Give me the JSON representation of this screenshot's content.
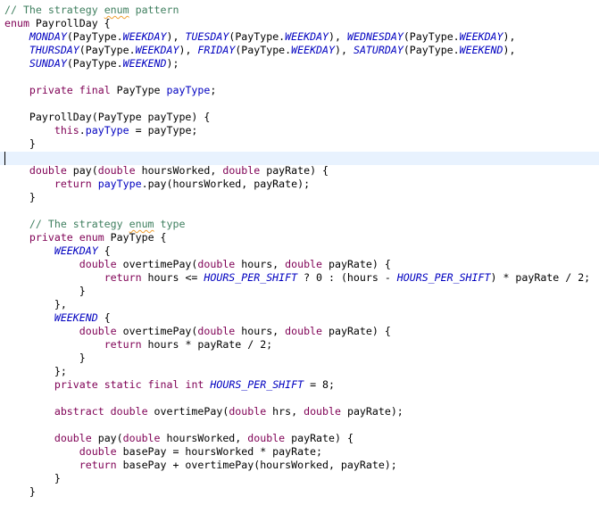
{
  "code": {
    "lines": [
      [
        {
          "t": "// The strategy ",
          "c": "cm"
        },
        {
          "t": "enum",
          "c": "cm spell"
        },
        {
          "t": " pattern",
          "c": "cm"
        }
      ],
      [
        {
          "t": "enum",
          "c": "kw"
        },
        {
          "t": " PayrollDay {",
          "c": ""
        }
      ],
      [
        {
          "t": "    ",
          "c": ""
        },
        {
          "t": "MONDAY",
          "c": "cst"
        },
        {
          "t": "(PayType.",
          "c": ""
        },
        {
          "t": "WEEKDAY",
          "c": "cst"
        },
        {
          "t": "), ",
          "c": ""
        },
        {
          "t": "TUESDAY",
          "c": "cst"
        },
        {
          "t": "(PayType.",
          "c": ""
        },
        {
          "t": "WEEKDAY",
          "c": "cst"
        },
        {
          "t": "), ",
          "c": ""
        },
        {
          "t": "WEDNESDAY",
          "c": "cst"
        },
        {
          "t": "(PayType.",
          "c": ""
        },
        {
          "t": "WEEKDAY",
          "c": "cst"
        },
        {
          "t": "),",
          "c": ""
        }
      ],
      [
        {
          "t": "    ",
          "c": ""
        },
        {
          "t": "THURSDAY",
          "c": "cst"
        },
        {
          "t": "(PayType.",
          "c": ""
        },
        {
          "t": "WEEKDAY",
          "c": "cst"
        },
        {
          "t": "), ",
          "c": ""
        },
        {
          "t": "FRIDAY",
          "c": "cst"
        },
        {
          "t": "(PayType.",
          "c": ""
        },
        {
          "t": "WEEKDAY",
          "c": "cst"
        },
        {
          "t": "), ",
          "c": ""
        },
        {
          "t": "SATURDAY",
          "c": "cst"
        },
        {
          "t": "(PayType.",
          "c": ""
        },
        {
          "t": "WEEKEND",
          "c": "cst"
        },
        {
          "t": "),",
          "c": ""
        }
      ],
      [
        {
          "t": "    ",
          "c": ""
        },
        {
          "t": "SUNDAY",
          "c": "cst"
        },
        {
          "t": "(PayType.",
          "c": ""
        },
        {
          "t": "WEEKEND",
          "c": "cst"
        },
        {
          "t": ");",
          "c": ""
        }
      ],
      [],
      [
        {
          "t": "    ",
          "c": ""
        },
        {
          "t": "private",
          "c": "kw"
        },
        {
          "t": " ",
          "c": ""
        },
        {
          "t": "final",
          "c": "kw"
        },
        {
          "t": " PayType ",
          "c": ""
        },
        {
          "t": "payType",
          "c": "fld"
        },
        {
          "t": ";",
          "c": ""
        }
      ],
      [],
      [
        {
          "t": "    PayrollDay(PayType payType) {",
          "c": ""
        }
      ],
      [
        {
          "t": "        ",
          "c": ""
        },
        {
          "t": "this",
          "c": "kw"
        },
        {
          "t": ".",
          "c": ""
        },
        {
          "t": "payType",
          "c": "fld"
        },
        {
          "t": " = payType;",
          "c": ""
        }
      ],
      [
        {
          "t": "    }",
          "c": ""
        }
      ],
      [],
      [
        {
          "t": "    ",
          "c": ""
        },
        {
          "t": "double",
          "c": "kw"
        },
        {
          "t": " pay(",
          "c": ""
        },
        {
          "t": "double",
          "c": "kw"
        },
        {
          "t": " hoursWorked, ",
          "c": ""
        },
        {
          "t": "double",
          "c": "kw"
        },
        {
          "t": " payRate) {",
          "c": ""
        }
      ],
      [
        {
          "t": "        ",
          "c": ""
        },
        {
          "t": "return",
          "c": "kw"
        },
        {
          "t": " ",
          "c": ""
        },
        {
          "t": "payType",
          "c": "fld"
        },
        {
          "t": ".pay(hoursWorked, payRate);",
          "c": ""
        }
      ],
      [
        {
          "t": "    }",
          "c": ""
        }
      ],
      [],
      [
        {
          "t": "    ",
          "c": ""
        },
        {
          "t": "// The strategy ",
          "c": "cm"
        },
        {
          "t": "enum",
          "c": "cm spell"
        },
        {
          "t": " type",
          "c": "cm"
        }
      ],
      [
        {
          "t": "    ",
          "c": ""
        },
        {
          "t": "private",
          "c": "kw"
        },
        {
          "t": " ",
          "c": ""
        },
        {
          "t": "enum",
          "c": "kw"
        },
        {
          "t": " PayType {",
          "c": ""
        }
      ],
      [
        {
          "t": "        ",
          "c": ""
        },
        {
          "t": "WEEKDAY",
          "c": "cst"
        },
        {
          "t": " {",
          "c": ""
        }
      ],
      [
        {
          "t": "            ",
          "c": ""
        },
        {
          "t": "double",
          "c": "kw"
        },
        {
          "t": " overtimePay(",
          "c": ""
        },
        {
          "t": "double",
          "c": "kw"
        },
        {
          "t": " hours, ",
          "c": ""
        },
        {
          "t": "double",
          "c": "kw"
        },
        {
          "t": " payRate) {",
          "c": ""
        }
      ],
      [
        {
          "t": "                ",
          "c": ""
        },
        {
          "t": "return",
          "c": "kw"
        },
        {
          "t": " hours <= ",
          "c": ""
        },
        {
          "t": "HOURS_PER_SHIFT",
          "c": "cst"
        },
        {
          "t": " ? 0 : (hours - ",
          "c": ""
        },
        {
          "t": "HOURS_PER_SHIFT",
          "c": "cst"
        },
        {
          "t": ") * payRate / 2;",
          "c": ""
        }
      ],
      [
        {
          "t": "            }",
          "c": ""
        }
      ],
      [
        {
          "t": "        },",
          "c": ""
        }
      ],
      [
        {
          "t": "        ",
          "c": ""
        },
        {
          "t": "WEEKEND",
          "c": "cst"
        },
        {
          "t": " {",
          "c": ""
        }
      ],
      [
        {
          "t": "            ",
          "c": ""
        },
        {
          "t": "double",
          "c": "kw"
        },
        {
          "t": " overtimePay(",
          "c": ""
        },
        {
          "t": "double",
          "c": "kw"
        },
        {
          "t": " hours, ",
          "c": ""
        },
        {
          "t": "double",
          "c": "kw"
        },
        {
          "t": " payRate) {",
          "c": ""
        }
      ],
      [
        {
          "t": "                ",
          "c": ""
        },
        {
          "t": "return",
          "c": "kw"
        },
        {
          "t": " hours * payRate / 2;",
          "c": ""
        }
      ],
      [
        {
          "t": "            }",
          "c": ""
        }
      ],
      [
        {
          "t": "        };",
          "c": ""
        }
      ],
      [
        {
          "t": "        ",
          "c": ""
        },
        {
          "t": "private",
          "c": "kw"
        },
        {
          "t": " ",
          "c": ""
        },
        {
          "t": "static",
          "c": "kw"
        },
        {
          "t": " ",
          "c": ""
        },
        {
          "t": "final",
          "c": "kw"
        },
        {
          "t": " ",
          "c": ""
        },
        {
          "t": "int",
          "c": "kw"
        },
        {
          "t": " ",
          "c": ""
        },
        {
          "t": "HOURS_PER_SHIFT",
          "c": "cst"
        },
        {
          "t": " = 8;",
          "c": ""
        }
      ],
      [],
      [
        {
          "t": "        ",
          "c": ""
        },
        {
          "t": "abstract",
          "c": "kw"
        },
        {
          "t": " ",
          "c": ""
        },
        {
          "t": "double",
          "c": "kw"
        },
        {
          "t": " overtimePay(",
          "c": ""
        },
        {
          "t": "double",
          "c": "kw"
        },
        {
          "t": " hrs, ",
          "c": ""
        },
        {
          "t": "double",
          "c": "kw"
        },
        {
          "t": " payRate);",
          "c": ""
        }
      ],
      [],
      [
        {
          "t": "        ",
          "c": ""
        },
        {
          "t": "double",
          "c": "kw"
        },
        {
          "t": " pay(",
          "c": ""
        },
        {
          "t": "double",
          "c": "kw"
        },
        {
          "t": " hoursWorked, ",
          "c": ""
        },
        {
          "t": "double",
          "c": "kw"
        },
        {
          "t": " payRate) {",
          "c": ""
        }
      ],
      [
        {
          "t": "            ",
          "c": ""
        },
        {
          "t": "double",
          "c": "kw"
        },
        {
          "t": " basePay = hoursWorked * payRate;",
          "c": ""
        }
      ],
      [
        {
          "t": "            ",
          "c": ""
        },
        {
          "t": "return",
          "c": "kw"
        },
        {
          "t": " basePay + overtimePay(hoursWorked, payRate);",
          "c": ""
        }
      ],
      [
        {
          "t": "        }",
          "c": ""
        }
      ],
      [
        {
          "t": "    }",
          "c": ""
        }
      ]
    ]
  },
  "colors": {
    "keyword": "#7f0055",
    "comment": "#3f7f5f",
    "field": "#0000c0",
    "constant": "#0000c0",
    "current_line": "#e8f2fe"
  }
}
